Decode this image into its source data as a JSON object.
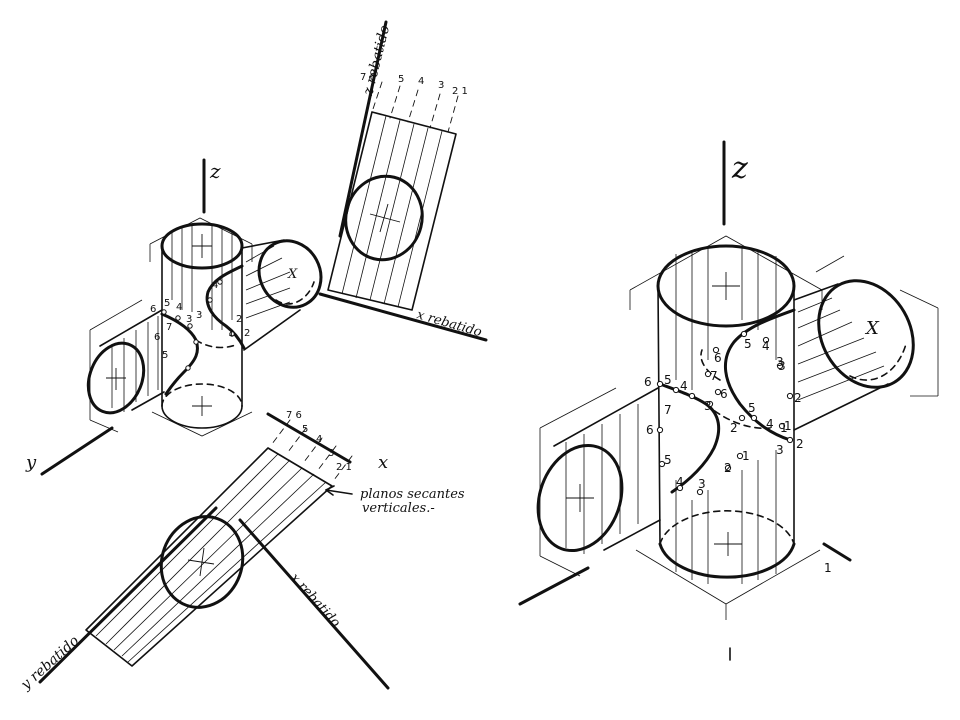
{
  "labels": {
    "z_axis": "z",
    "y_axis": "y",
    "x_axis": "x",
    "z_rebatido": "z rebatido",
    "x_rebatido_top": "x rebatido",
    "x_rebatido_bottom": "x rebatido",
    "y_rebatido": "y rebatido",
    "planos_1": "planos secantes",
    "planos_2": "verticales.-",
    "right_z": "z",
    "right_x_mark": "X",
    "left_x_mark": "X",
    "right_bottom_mark": "1"
  },
  "left_figure_numbers": {
    "n1": "6",
    "n2": "5",
    "n3": "4",
    "n4": "3",
    "n5": "2",
    "n6": "1",
    "n7": "7",
    "n8": "6",
    "n9": "5",
    "n10": "4",
    "n11": "3",
    "n12": "2"
  },
  "top_ruler_numbers": [
    "7 6",
    "5",
    "4",
    "3",
    "2 1"
  ],
  "bottom_ruler_numbers": [
    "7 6",
    "5",
    "4",
    "3",
    "2 1"
  ],
  "right_figure_numbers": {
    "r6a": "6",
    "r5a": "5",
    "r4a": "4",
    "r7": "7",
    "r3a": "3",
    "r6b": "6",
    "r2a": "2",
    "r1a": "1",
    "r5b": "5",
    "r4b": "4",
    "r3b": "3",
    "r2b": "2",
    "r5c": "5",
    "r4c": "4",
    "r3c": "3",
    "r6c": "6",
    "r7c": "7",
    "r6d": "6",
    "r5d": "5",
    "r4d": "4",
    "r3d": "3",
    "r2d": "2",
    "r1d": "1",
    "r3e": "3",
    "r2e": "2",
    "r1e": "1"
  }
}
